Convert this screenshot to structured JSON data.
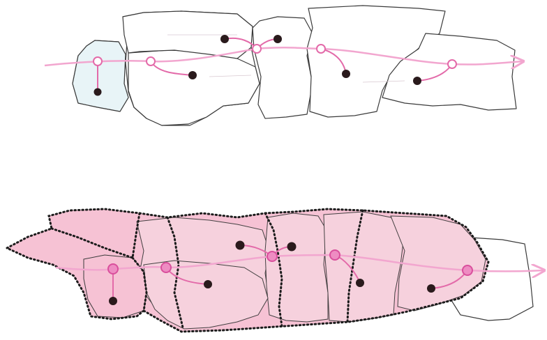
{
  "colors": {
    "background": "#ffffff",
    "outline": "#3a3a3a",
    "path": "#f2a6cf",
    "path_node": "#e36aa9",
    "node_dark": "#2a1a1c",
    "tinted_cell": "#e8f4f7",
    "pink_fill": "#f6c2d4",
    "pink_fill_light": "#f7d2de",
    "dotted_boundary": "#1c1c1c"
  },
  "panels": [
    {
      "id": "top",
      "description_key": "top-diagram"
    },
    {
      "id": "bottom",
      "description_key": "bottom-diagram"
    }
  ]
}
